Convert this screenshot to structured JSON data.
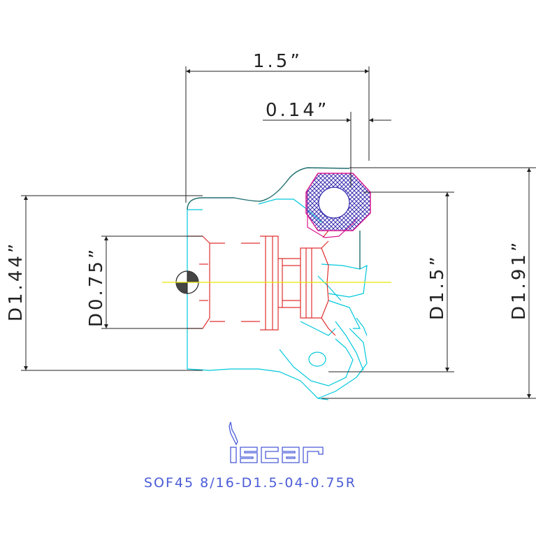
{
  "dimensions": {
    "overall_length": "1.5”",
    "insert_offset": "0.14”",
    "bore_diameter": "D0.75”",
    "body_diameter": "D1.44”",
    "nominal_diameter": "D1.5”",
    "max_diameter": "D1.91”"
  },
  "logo": {
    "text": "iscar"
  },
  "caption": {
    "designation": "SOF45 8/16-D1.5-04-0.75R"
  },
  "colors": {
    "dimension_lines": "#222222",
    "body_outline": "#00c8dc",
    "body_edge": "#1f6e6e",
    "section_red": "#e03030",
    "insert_mesh": "#3a2fb0",
    "insert_outline": "#d81890",
    "axis_line": "#e8e800",
    "brand_blue": "#4a5cd8"
  }
}
